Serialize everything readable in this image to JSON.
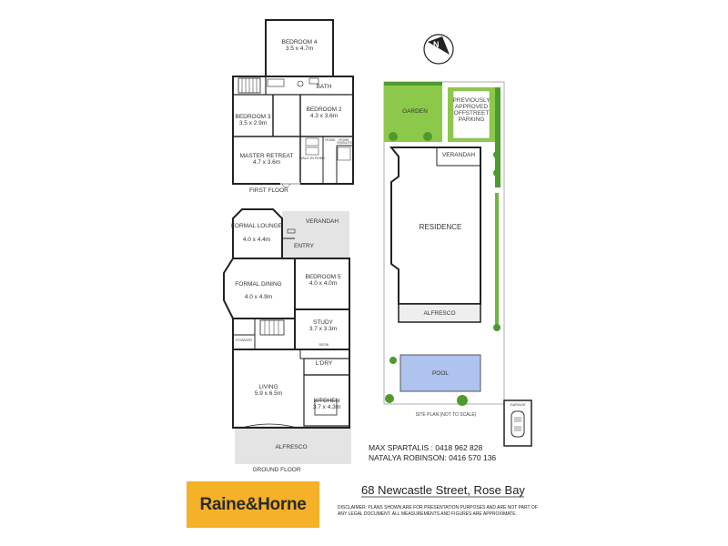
{
  "first_floor": {
    "bedroom4_name": "BEDROOM 4",
    "bedroom4_size": "3.5 x 4.7m",
    "bath": "BATH",
    "bedroom2_name": "BEDROOM 2",
    "bedroom2_size": "4.3 x 3.6m",
    "bedroom3_name": "BEDROOM 3",
    "bedroom3_size": "3.5 x 2.9m",
    "master_name": "MASTER RETREAT",
    "master_size": "4.7 x 3.6m",
    "walk_in_robe": "WALK IN ROBE",
    "ensuite": "ENSUITE",
    "robe1": "ROBE",
    "robe2": "ROBE",
    "caption": "FIRST FLOOR"
  },
  "ground_floor": {
    "lounge_name": "FORMAL LOUNGE",
    "lounge_size": "4.0 x 4.4m",
    "verandah": "VERANDAH",
    "entry": "ENTRY",
    "dining_name": "FORMAL DINING",
    "dining_size": "4.0 x 4.9m",
    "bedroom5_name": "BEDROOM 5",
    "bedroom5_size": "4.0 x 4.0m",
    "study_name": "STUDY",
    "study_size": "3.7 x 3.3m",
    "powder": "POWDER",
    "desk": "DESK",
    "ldry": "L'DRY",
    "living_name": "LIVING",
    "living_size": "5.9 x 6.5m",
    "kitchen_name": "KITCHEN",
    "kitchen_size": "3.7 x 4.3m",
    "alfresco": "ALFRESCO",
    "caption": "GROUND FLOOR"
  },
  "site_plan": {
    "garden": "GARDEN",
    "parking": [
      "PREVIOUSLY",
      "APPROVED",
      "OFFSTREET",
      "PARKING"
    ],
    "verandah": "VERANDAH",
    "residence": "RESIDENCE",
    "alfresco": "ALFRESCO",
    "pool": "POOL",
    "caption": "SITE PLAN (NOT TO SCALE)",
    "garage": "GARAGE"
  },
  "agents": {
    "line1": "MAX SPARTALIS : 0418 962 828",
    "line2": "NATALYA ROBINSON: 0416 570 136"
  },
  "brand": {
    "logo_text": "Raine&Horne",
    "logo_color": "#f5b127"
  },
  "address": "68 Newcastle Street, Rose Bay",
  "disclaimer": "DISCLAIMER:  PLANS SHOWN ARE FOR PRESENTATION PURPOSES AND ARE NOT PART OF ANY LEGAL DOCUMENT. ALL MEASUREMENTS AND FIGURES ARE APPROXIMATE.",
  "colors": {
    "lawn": "#8cc94a",
    "hedge": "#4e9a2e",
    "pool": "#aec3ee",
    "paving": "#e4e4e4"
  }
}
